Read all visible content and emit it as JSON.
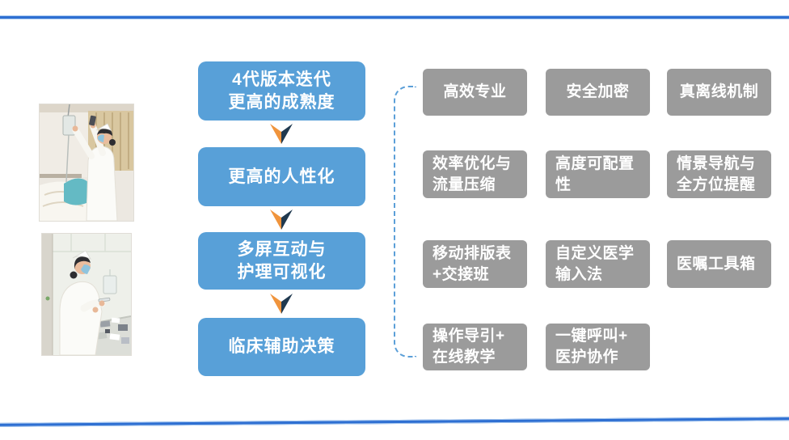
{
  "slide": {
    "background": "#ffffff"
  },
  "colors": {
    "step_box_blue": "#58a0d8",
    "feature_box_gray": "#9b9b9b",
    "arrow_orange": "#f0943c",
    "arrow_navy": "#20394f",
    "dashed_bracket_blue": "#5b9fd8",
    "rule_blue": "#2e6fd2"
  },
  "flow_steps": [
    {
      "lines": [
        "4代版本迭代",
        "更高的成熟度"
      ]
    },
    {
      "lines": [
        "更高的人性化"
      ]
    },
    {
      "lines": [
        "多屏互动与",
        "护理可视化"
      ]
    },
    {
      "lines": [
        "临床辅助决策"
      ]
    }
  ],
  "feature_grid": {
    "rows": [
      {
        "cells": [
          {
            "lines": [
              "高效专业"
            ]
          },
          {
            "lines": [
              "安全加密"
            ]
          },
          {
            "lines": [
              "真离线机制"
            ]
          }
        ]
      },
      {
        "cells": [
          {
            "lines": [
              "效率优化与",
              "流量压缩"
            ]
          },
          {
            "lines": [
              "高度可配置",
              "性"
            ]
          },
          {
            "lines": [
              "情景导航与",
              "全方位提醒"
            ]
          }
        ]
      },
      {
        "cells": [
          {
            "lines": [
              "移动排版表",
              "+交接班"
            ]
          },
          {
            "lines": [
              "自定义医学",
              "输入法"
            ]
          },
          {
            "lines": [
              "医嘱工具箱"
            ]
          }
        ]
      },
      {
        "cells": [
          {
            "lines": [
              "操作导引+",
              "在线教学"
            ]
          },
          {
            "lines": [
              "一键呼叫+",
              "医护协作"
            ]
          }
        ]
      }
    ]
  },
  "photos": [
    {
      "name": "nurse-adjusting-iv-drip-photo"
    },
    {
      "name": "nurse-preparing-medication-photo"
    }
  ]
}
